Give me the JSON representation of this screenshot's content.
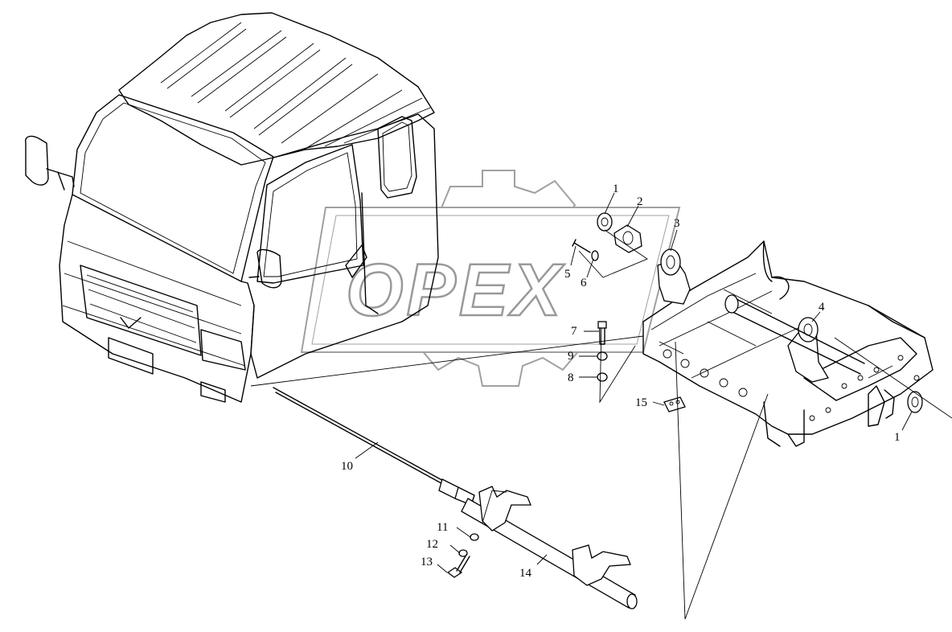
{
  "watermark": {
    "text": "OPEX",
    "color": "#8a8a8a"
  },
  "callouts": [
    {
      "id": "c1a",
      "label": "1"
    },
    {
      "id": "c2",
      "label": "2"
    },
    {
      "id": "c3",
      "label": "3"
    },
    {
      "id": "c4",
      "label": "4"
    },
    {
      "id": "c5",
      "label": "5"
    },
    {
      "id": "c6",
      "label": "6"
    },
    {
      "id": "c7",
      "label": "7"
    },
    {
      "id": "c9",
      "label": "9"
    },
    {
      "id": "c8",
      "label": "8"
    },
    {
      "id": "c15",
      "label": "15"
    },
    {
      "id": "c1b",
      "label": "1"
    },
    {
      "id": "c10",
      "label": "10"
    },
    {
      "id": "c11",
      "label": "11"
    },
    {
      "id": "c12",
      "label": "12"
    },
    {
      "id": "c13",
      "label": "13"
    },
    {
      "id": "c14",
      "label": "14"
    }
  ]
}
